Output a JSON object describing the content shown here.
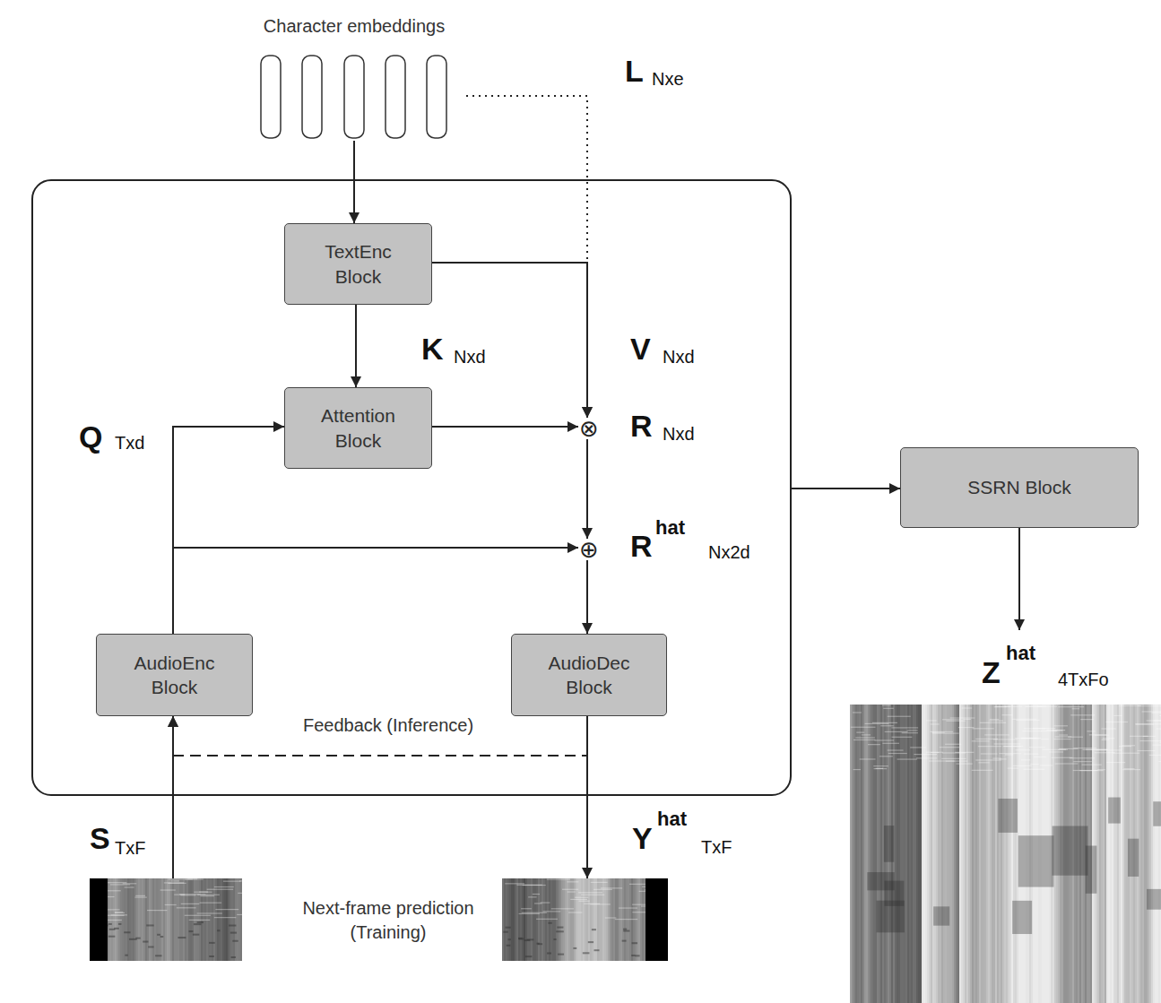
{
  "diagram": {
    "nodes": [
      {
        "text": [
          "Character embeddings"
        ]
      },
      {
        "text": []
      },
      {
        "text": [
          "TextEnc Block"
        ],
        "in": 1
      },
      {
        "text": [
          "Attention Block"
        ],
        "in": 1
      },
      {
        "text": [
          "⊗"
        ],
        "in": 1
      },
      {
        "text": [
          "⊕"
        ],
        "in": 1
      },
      {
        "text": [
          "AudioEnc Block"
        ],
        "in": 1
      },
      {
        "text": [
          "AudioDec Block"
        ],
        "in": 1
      },
      {
        "text": [
          "SSRN Block"
        ]
      },
      {
        "text": [
          "S",
          "TxF"
        ]
      },
      {
        "text": [
          "Y",
          "hat",
          "TxF"
        ]
      },
      {
        "text": [
          "Z",
          "hat",
          "4TxFo"
        ]
      }
    ],
    "edges": [
      {
        "from": 0,
        "to": 2,
        "arrow": "to"
      },
      {
        "from": 0,
        "to": 4,
        "arrow": "to"
      },
      {
        "from": 2,
        "to": 3,
        "arrow": "to"
      },
      {
        "from": 2,
        "to": 4,
        "arrow": "to"
      },
      {
        "from": 6,
        "to": 3,
        "arrow": "to"
      },
      {
        "from": 3,
        "to": 4,
        "arrow": "to"
      },
      {
        "from": 4,
        "to": 5,
        "arrow": "to"
      },
      {
        "from": 6,
        "to": 5,
        "arrow": "to"
      },
      {
        "from": 5,
        "to": 7,
        "arrow": "to"
      },
      {
        "from": 7,
        "to": 6,
        "label": "Feedback (Inference)",
        "arrow": "to"
      },
      {
        "from": 9,
        "to": 6,
        "arrow": "to"
      },
      {
        "from": 7,
        "to": 10,
        "arrow": "to"
      },
      {
        "from": 1,
        "to": 8,
        "arrow": "to"
      },
      {
        "from": 8,
        "to": 11,
        "arrow": "to"
      }
    ],
    "labels": [
      "L",
      "Nxe",
      "K",
      "Nxd",
      "V",
      "Nxd",
      "Q",
      "Txd",
      "R",
      "Nxd",
      "R",
      "hat",
      "Nx2d",
      "Next-frame prediction (Training)"
    ]
  }
}
